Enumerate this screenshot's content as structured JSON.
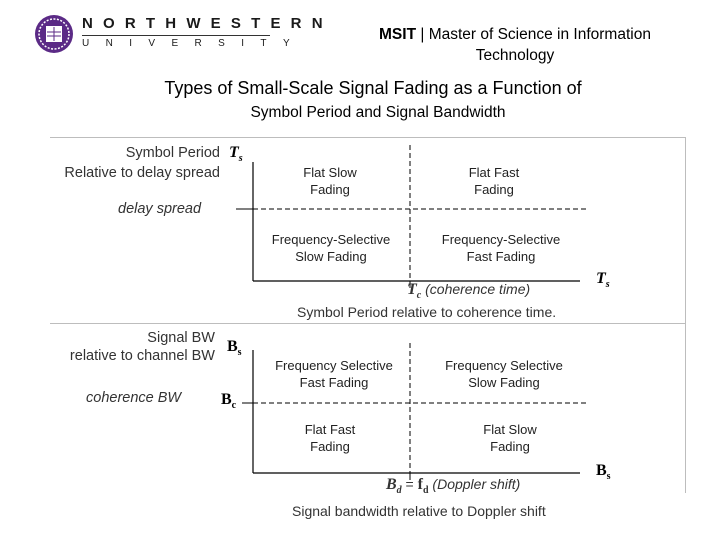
{
  "header": {
    "logo_top": "NORTHWESTERN",
    "logo_bottom": "UNIVERSITY",
    "program_abbr": "MSIT",
    "program_sep": " | ",
    "program_name": "Master of Science in Information Technology"
  },
  "title": {
    "line1": "Types of Small-Scale Signal Fading as a Function of",
    "line2": "Symbol Period and Signal Bandwidth"
  },
  "top_diagram": {
    "y_label_line1": "Symbol Period",
    "y_label_line2": "Relative to delay spread",
    "y_symbol": "T",
    "y_symbol_sub": "s",
    "threshold_label": "delay spread",
    "cells": {
      "top_left": "Flat Slow\nFading",
      "top_right": "Flat Fast\nFading",
      "bottom_left": "Frequency-Selective\nSlow Fading",
      "bottom_right": "Frequency-Selective\nFast Fading"
    },
    "x_threshold_symbol": "T",
    "x_threshold_sub": "c",
    "x_threshold_text": " (coherence time)",
    "x_symbol": "T",
    "x_symbol_sub": "s",
    "x_caption": "Symbol Period relative to coherence time."
  },
  "bottom_diagram": {
    "y_label_line1": "Signal BW",
    "y_label_line2": "relative to channel BW",
    "y_symbol": "B",
    "y_symbol_sub": "s",
    "threshold_label": "coherence BW",
    "threshold_symbol": "B",
    "threshold_symbol_sub": "c",
    "cells": {
      "top_left": "Frequency Selective\nFast Fading",
      "top_right": "Frequency Selective\nSlow Fading",
      "bottom_left": "Flat Fast\nFading",
      "bottom_right": "Flat Slow\nFading"
    },
    "x_threshold_b": "B",
    "x_threshold_b_sub": "d",
    "x_threshold_eq": " = ",
    "x_threshold_f": "f",
    "x_threshold_f_sub": "d",
    "x_threshold_text": " (Doppler shift)",
    "x_symbol": "B",
    "x_symbol_sub": "s",
    "x_caption": "Signal bandwidth relative to Doppler shift"
  },
  "colors": {
    "seal": "#5b2a86",
    "divider": "#bdbdbd",
    "axis": "#000000"
  }
}
